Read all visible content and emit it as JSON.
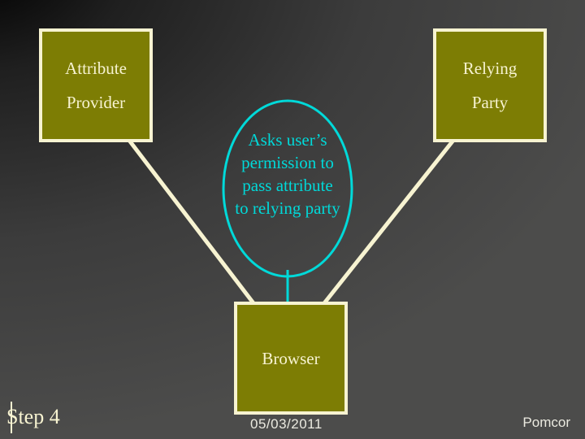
{
  "colors": {
    "bg_dark": "#000000",
    "bg_step": "#1f1f1f",
    "bg_mid": "#3c3c3c",
    "bg_light": "#4c4c4b",
    "box_fill": "#7d7d04",
    "box_border": "#f7f3d1",
    "box_text": "#f7f3d1",
    "connector": "#f7f3d1",
    "cyan": "#00d9d9",
    "footer_text": "#ebeae0"
  },
  "nodes": {
    "attribute_provider": {
      "line1": "Attribute",
      "line2": "Provider"
    },
    "relying_party": {
      "line1": "Relying",
      "line2": "Party"
    },
    "browser": {
      "label": "Browser"
    }
  },
  "ellipse_note": {
    "line1": "Asks user’s",
    "line2": "permission to",
    "line3": "pass attribute",
    "line4": "to relying party"
  },
  "footer": {
    "step_label": "Step 4",
    "date": "05/03/2011",
    "brand": "Pomcor"
  }
}
